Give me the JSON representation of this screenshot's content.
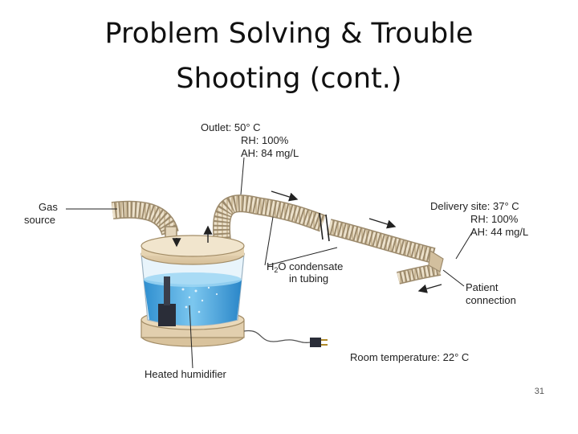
{
  "slide": {
    "title_line1": "Problem Solving & Trouble",
    "title_line2": "Shooting (cont.)",
    "page_number": "31"
  },
  "diagram": {
    "outlet": {
      "title": "Outlet: 50° C",
      "rh": "RH: 100%",
      "ah": "AH: 84 mg/L"
    },
    "gas_source": {
      "line1": "Gas",
      "line2": "source"
    },
    "delivery_site": {
      "title": "Delivery site: 37° C",
      "rh": "RH: 100%",
      "ah": "AH: 44 mg/L"
    },
    "condensate": {
      "line1_pre": "H",
      "line1_sub": "2",
      "line1_post": "O condensate",
      "line2": "in tubing"
    },
    "patient": {
      "line1": "Patient",
      "line2": "connection"
    },
    "room_temp": "Room temperature: 22° C",
    "humidifier": "Heated humidifier"
  },
  "colors": {
    "water": "#4aa6dd",
    "tubing": "#e9dcc4",
    "base": "#e2cfae",
    "heater": "#2a2d38"
  }
}
